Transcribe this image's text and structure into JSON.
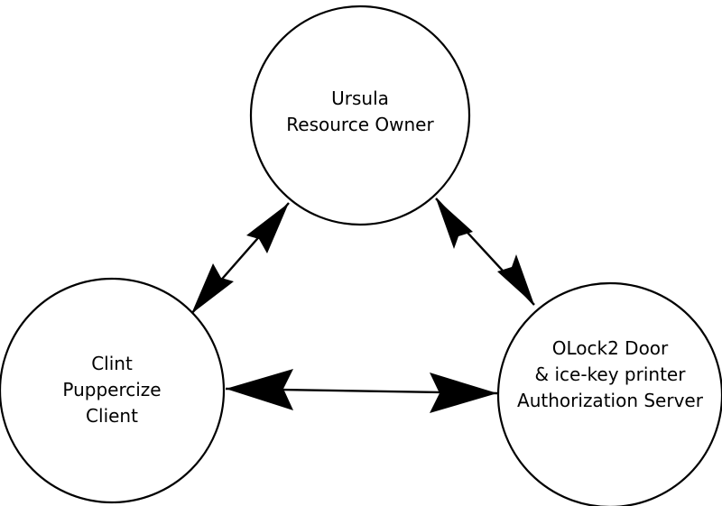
{
  "nodes": {
    "ursula": {
      "lines": [
        "Ursula",
        "Resource Owner"
      ]
    },
    "clint": {
      "lines": [
        "Clint",
        "Puppercize",
        "Client"
      ]
    },
    "olock": {
      "lines": [
        "OLock2 Door",
        "& ice-key printer",
        "Authorization Server"
      ]
    }
  },
  "edges": [
    {
      "from": "ursula",
      "to": "clint",
      "direction": "both"
    },
    {
      "from": "ursula",
      "to": "olock",
      "direction": "both"
    },
    {
      "from": "clint",
      "to": "olock",
      "direction": "both"
    }
  ],
  "colors": {
    "stroke": "#000000",
    "fill": "#ffffff"
  }
}
